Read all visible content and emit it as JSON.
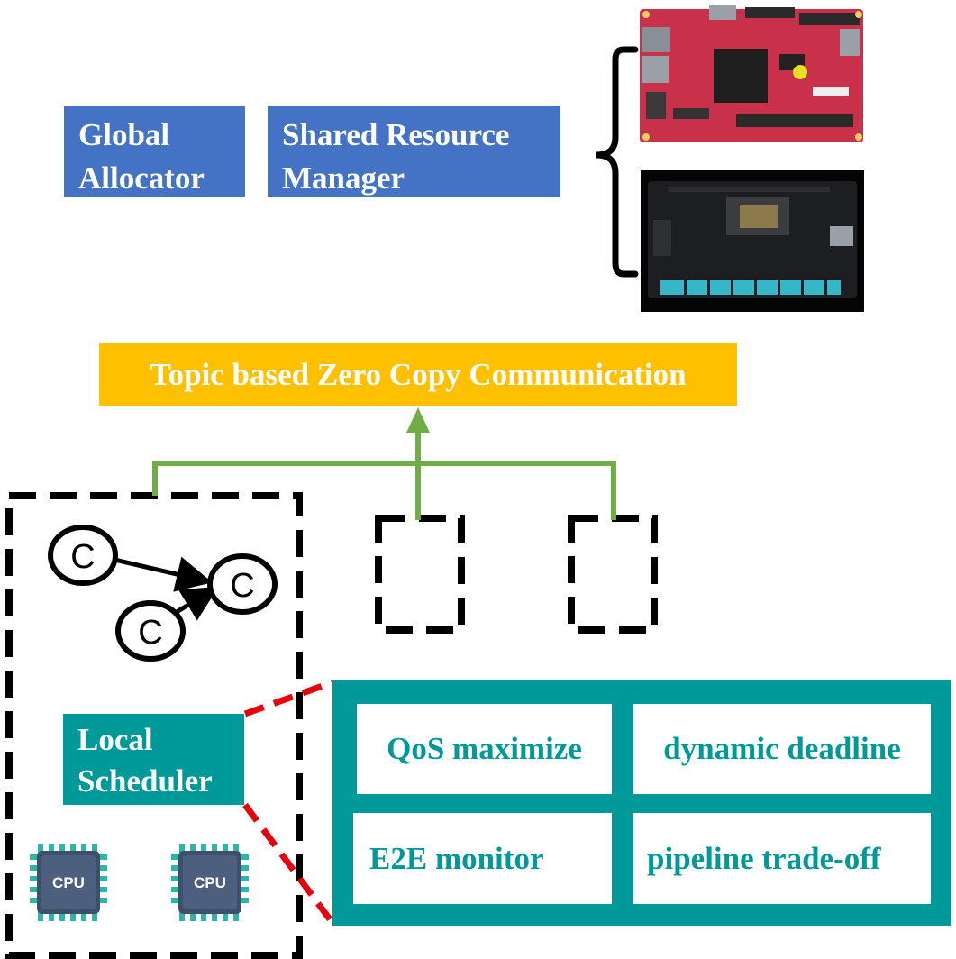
{
  "blocks": {
    "global_allocator": [
      "Global",
      "Allocator"
    ],
    "shared_resource_manager": [
      "Shared Resource",
      "Manager"
    ],
    "topic_comm": "Topic based Zero Copy Communication",
    "local_scheduler": [
      "Local",
      "Scheduler"
    ]
  },
  "scheduler_features": {
    "qos": "QoS maximize",
    "deadline": "dynamic deadline",
    "e2e": "E2E monitor",
    "pipeline": "pipeline trade-off"
  },
  "components": {
    "node_letter": "C"
  },
  "cpus": {
    "label": "CPU"
  },
  "colors": {
    "blue": "#4472c4",
    "orange": "#ffc000",
    "teal": "#009999",
    "green": "#70ad47",
    "red_dash": "#e8000b",
    "board_red": "#c9304a",
    "board_dark": "#1c1e22"
  },
  "devices": {
    "board_1": "pynq-z2-fpga-board-image",
    "board_2": "jetson-gpu-board-image"
  }
}
